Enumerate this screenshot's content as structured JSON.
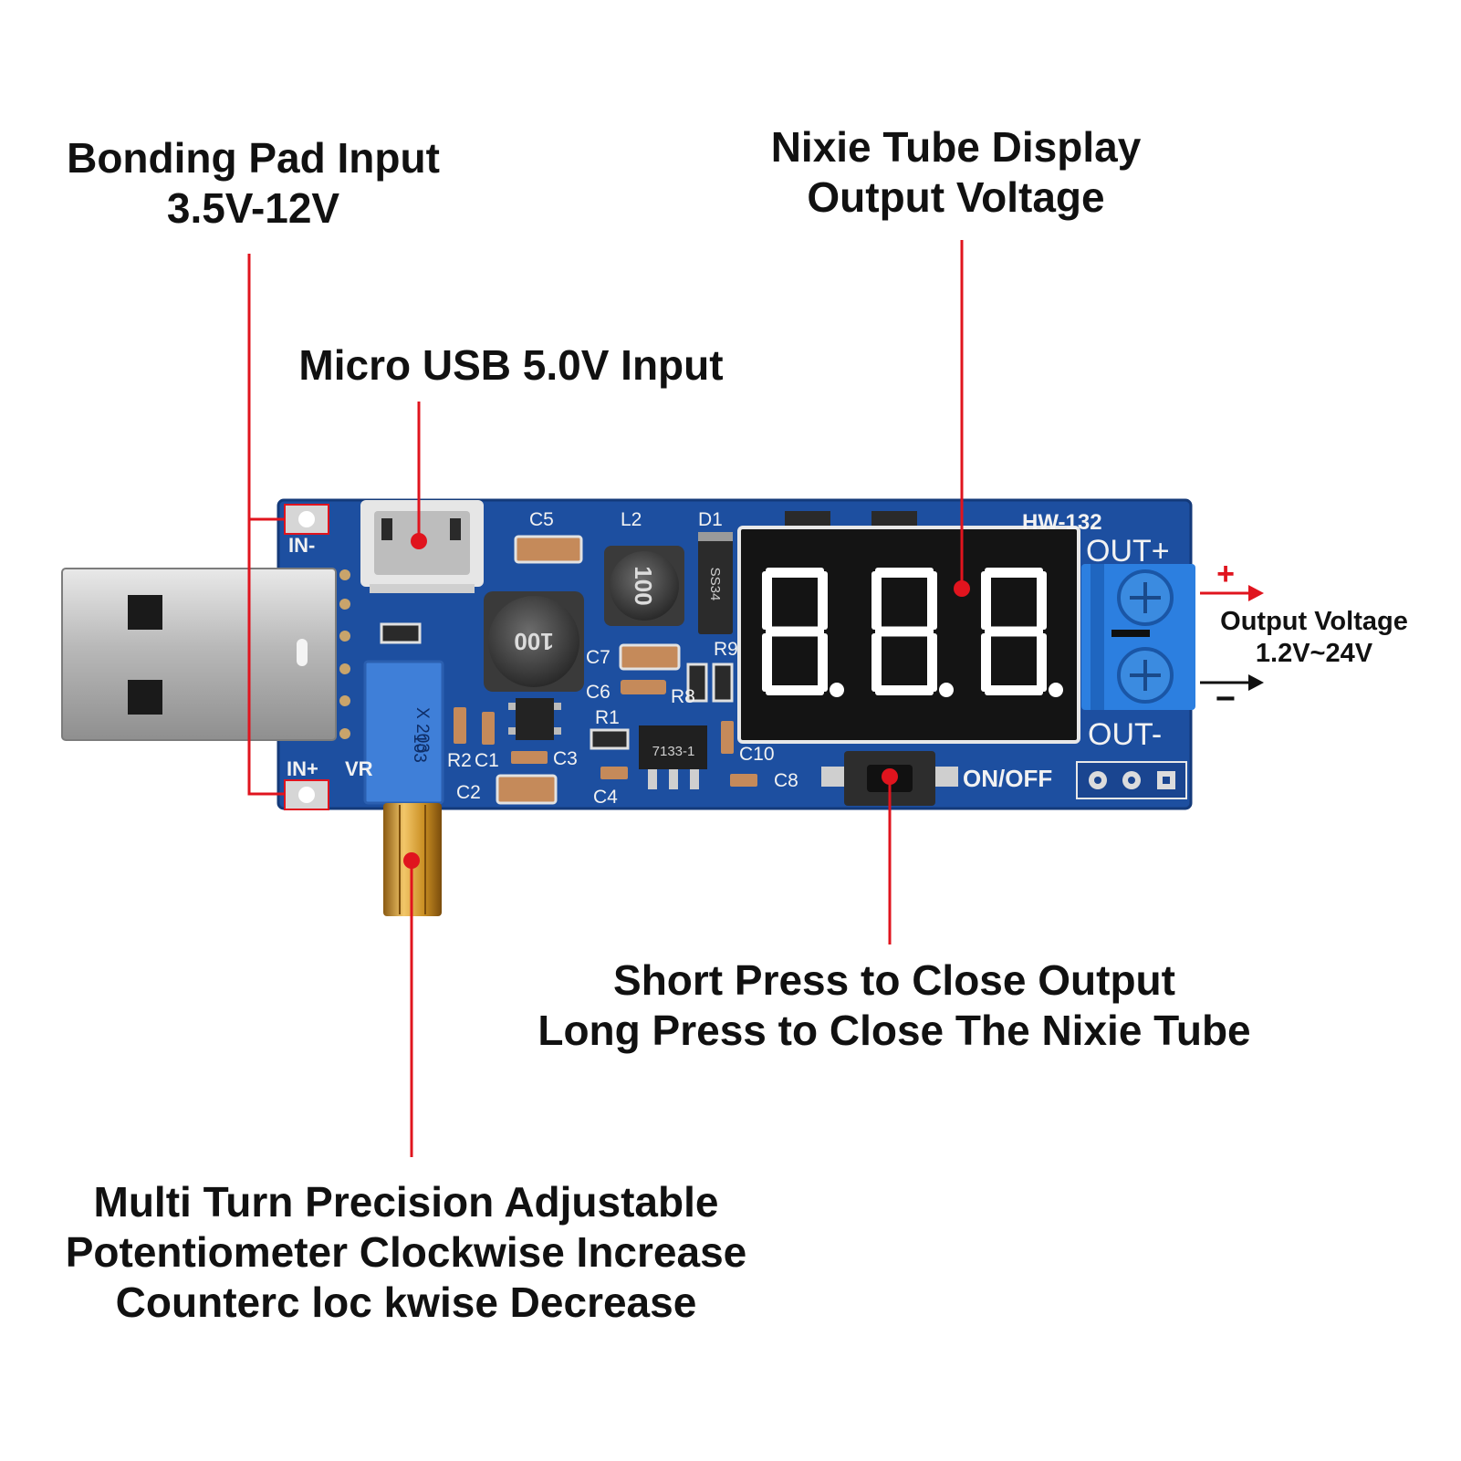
{
  "callouts": {
    "bonding_pad": {
      "line1": "Bonding Pad Input",
      "line2": "3.5V-12V"
    },
    "micro_usb": {
      "line1": "Micro USB 5.0V Input"
    },
    "nixie_display": {
      "line1": "Nixie Tube Display",
      "line2": "Output Voltage"
    },
    "output_voltage": {
      "line1": "Output Voltage",
      "line2": "1.2V~24V"
    },
    "button": {
      "line1": "Short Press to Close Output",
      "line2": "Long Press to Close The Nixie Tube"
    },
    "potentiometer": {
      "line1": "Multi Turn Precision Adjustable",
      "line2": "Potentiometer Clockwise Increase",
      "line3": "Counterc loc kwise Decrease"
    }
  },
  "board": {
    "model": "HW-132",
    "pad_in_minus": "IN-",
    "pad_in_plus": "IN+",
    "out_plus": "OUT+",
    "out_minus": "OUT-",
    "on_off": "ON/OFF",
    "vr": "VR",
    "silk_c5": "C5",
    "silk_l2": "L2",
    "silk_d1": "D1",
    "silk_c7": "C7",
    "silk_c6": "C6",
    "silk_r8": "R8",
    "silk_r9": "R9",
    "silk_r1": "R1",
    "silk_r2": "R2",
    "silk_c1": "C1",
    "silk_c3": "C3",
    "silk_c2": "C2",
    "silk_c4": "C4",
    "silk_c10": "C10",
    "silk_c8": "C8",
    "inductor_large": "100",
    "inductor_small": "100",
    "diode_marking": "SS34",
    "regulator_marking": "7133-1",
    "pot_marking_1": "X 203",
    "pot_marking_2": "103",
    "display_digits": "8.8.8."
  },
  "polarity": {
    "plus": "+",
    "minus": "−"
  },
  "colors": {
    "leader_line": "#e0141e",
    "pcb": "#1d4fa0",
    "display": "#141414",
    "segment": "#ffffff"
  }
}
